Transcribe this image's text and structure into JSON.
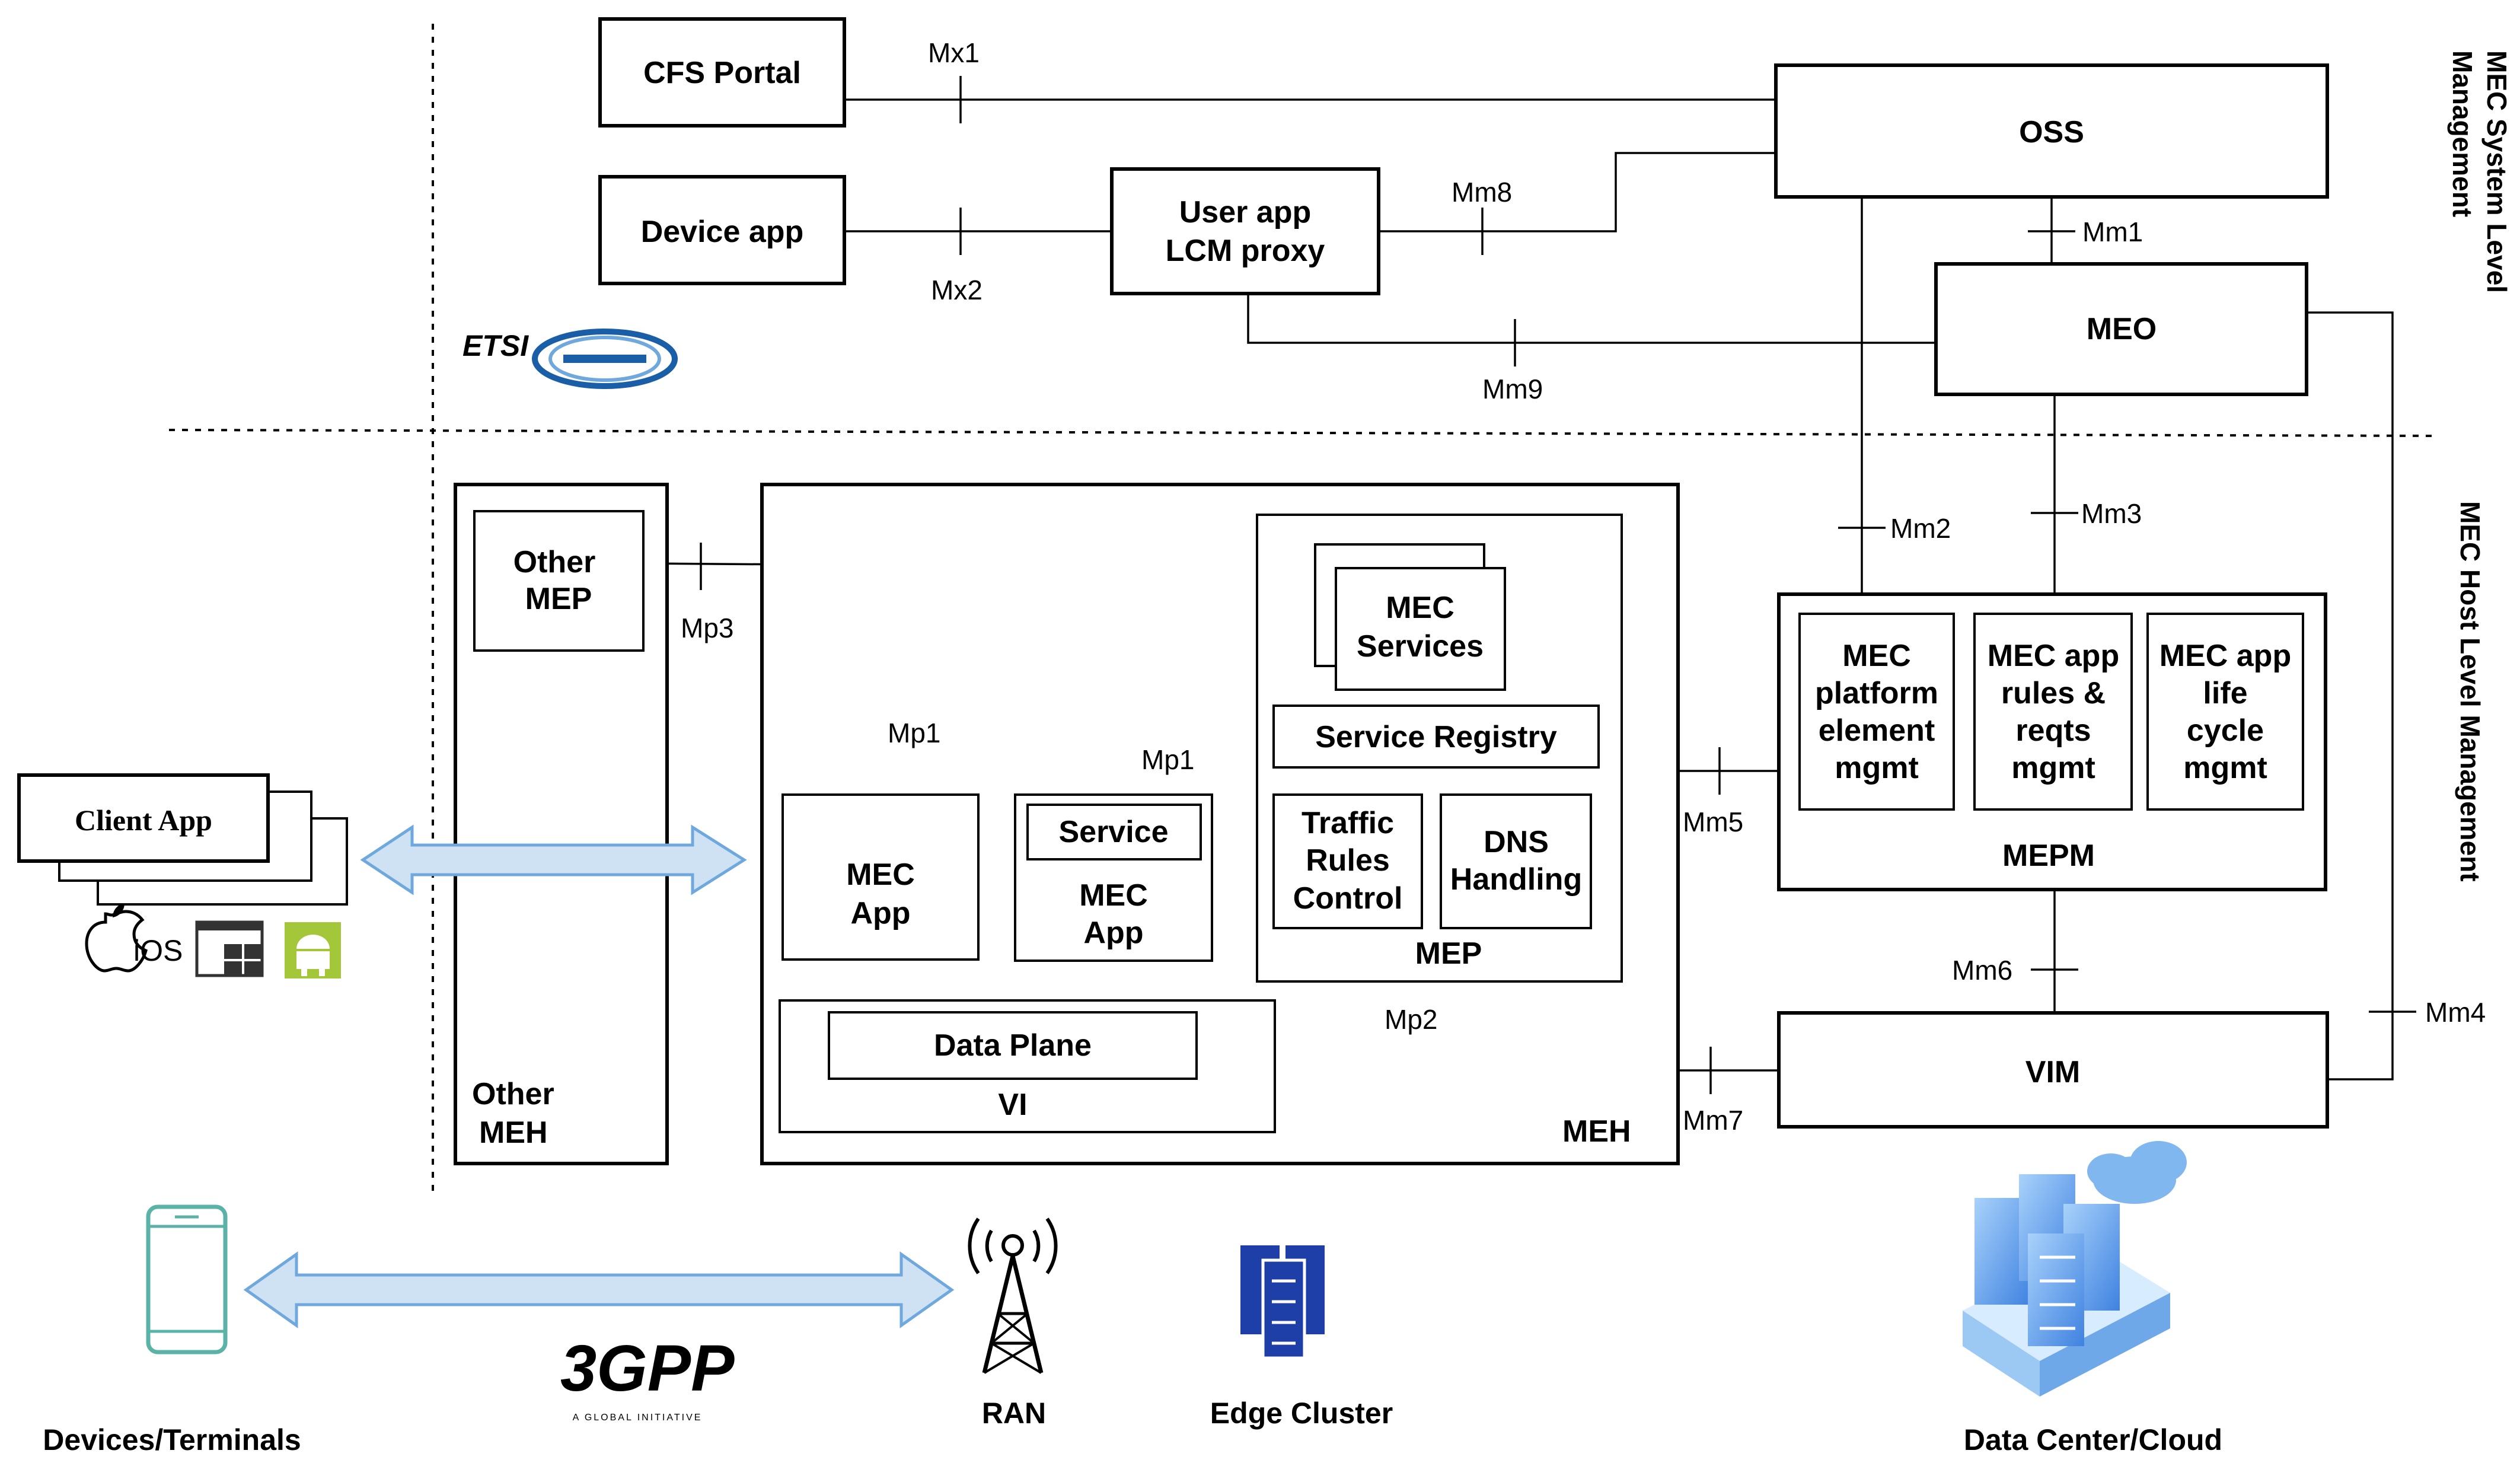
{
  "colors": {
    "arrow_fill": "#cfe2f3",
    "arrow_stroke": "#6fa8dc",
    "etsi_blue": "#1a5ea8",
    "device_teal": "#5bb3a8",
    "edge_blue": "#1f3fa8",
    "cloud_blue": "#7fb7ee",
    "android_green": "#a4c639"
  },
  "system_level": {
    "label_line1": "MEC System Level",
    "label_line2": "Management"
  },
  "host_level": {
    "label": "MEC Host Level Management"
  },
  "boxes": {
    "cfs_portal": "CFS Portal",
    "device_app": "Device app",
    "user_app_lcm_line1": "User app",
    "user_app_lcm_line2": "LCM proxy",
    "oss": "OSS",
    "meo": "MEO",
    "other_mep_line1": "Other",
    "other_mep_line2": "MEP",
    "other_meh_line1": "Other",
    "other_meh_line2": "MEH",
    "mec_services_line1": "MEC",
    "mec_services_line2": "Services",
    "service_registry": "Service Registry",
    "traffic_line1": "Traffic",
    "traffic_line2": "Rules",
    "traffic_line3": "Control",
    "dns_line1": "DNS",
    "dns_line2": "Handling",
    "mep": "MEP",
    "mec_app_line1": "MEC",
    "mec_app_line2": "App",
    "service": "Service",
    "service_mec_app_line1": "MEC",
    "service_mec_app_line2": "App",
    "data_plane": "Data Plane",
    "vi": "VI",
    "meh": "MEH",
    "platform_mgmt": [
      "MEC",
      "platform",
      "element",
      "mgmt"
    ],
    "rules_mgmt": [
      "MEC app",
      "rules &",
      "reqts",
      "mgmt"
    ],
    "lifecycle_mgmt": [
      "MEC app",
      "life",
      "cycle",
      "mgmt"
    ],
    "mepm": "MEPM",
    "vim": "VIM",
    "client_app": "Client App",
    "ios": "iOS"
  },
  "interfaces": {
    "mx1": "Mx1",
    "mx2": "Mx2",
    "mm8": "Mm8",
    "mm9": "Mm9",
    "mm1": "Mm1",
    "mm2": "Mm2",
    "mm3": "Mm3",
    "mm4": "Mm4",
    "mm5": "Mm5",
    "mm6": "Mm6",
    "mm7": "Mm7",
    "mp1a": "Mp1",
    "mp1b": "Mp1",
    "mp2": "Mp2",
    "mp3": "Mp3"
  },
  "bottom": {
    "devices": "Devices/Terminals",
    "ran": "RAN",
    "edge_cluster": "Edge Cluster",
    "data_center": "Data Center/Cloud",
    "threegpp_tagline": "A GLOBAL INITIATIVE",
    "threegpp_logo": "3GPP",
    "etsi_logo": "ETSI"
  }
}
